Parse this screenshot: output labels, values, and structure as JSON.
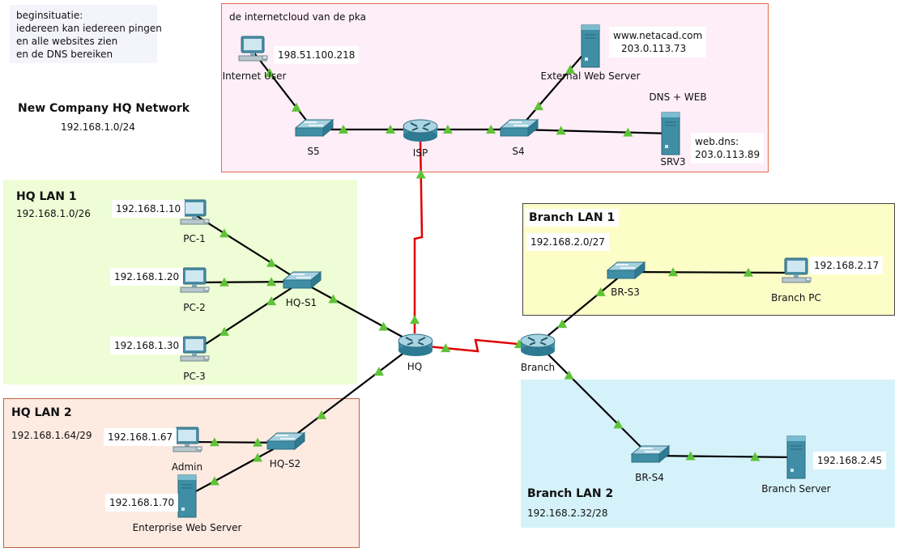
{
  "notes": {
    "begin_line1": "beginsituatie:",
    "begin_line2": "iedereen kan iedereen pingen",
    "begin_line3": "en alle websites zien",
    "begin_line4": "en de DNS bereiken",
    "company_title": "New Company HQ Network",
    "company_subnet": "192.168.1.0/24"
  },
  "areas": {
    "cloud": {
      "label": "de internetcloud van de pka",
      "color": "#fdeef7"
    },
    "hq_lan1": {
      "title": "HQ LAN 1",
      "subnet": "192.168.1.0/26",
      "color": "#eefdd6"
    },
    "hq_lan2": {
      "title": "HQ LAN 2",
      "subnet": "192.168.1.64/29",
      "color": "#fdebe2"
    },
    "branch_lan1": {
      "title": "Branch LAN 1",
      "subnet": "192.168.2.0/27",
      "color": "#fdfdc8"
    },
    "branch_lan2": {
      "title": "Branch LAN 2",
      "subnet": "192.168.2.32/28",
      "color": "#d5f2fb"
    }
  },
  "devices": {
    "internet_user": {
      "label": "Internet User",
      "ip": "198.51.100.218",
      "icon": "pc-icon"
    },
    "ext_web": {
      "label": "External Web Server",
      "ip_line1": "www.netacad.com",
      "ip_line2": "203.0.113.73",
      "icon": "server-icon"
    },
    "srv3": {
      "label": "SRV3",
      "tag": "DNS + WEB",
      "ip_line1": "web.dns:",
      "ip_line2": "203.0.113.89",
      "icon": "server-icon"
    },
    "s5": {
      "label": "S5",
      "icon": "switch-icon"
    },
    "isp": {
      "label": "ISP",
      "icon": "router-icon"
    },
    "s4": {
      "label": "S4",
      "icon": "switch-icon"
    },
    "pc1": {
      "label": "PC-1",
      "ip": "192.168.1.10",
      "icon": "pc-icon"
    },
    "pc2": {
      "label": "PC-2",
      "ip": "192.168.1.20",
      "icon": "pc-icon"
    },
    "pc3": {
      "label": "PC-3",
      "ip": "192.168.1.30",
      "icon": "pc-icon"
    },
    "hq_s1": {
      "label": "HQ-S1",
      "icon": "switch-icon"
    },
    "hq": {
      "label": "HQ",
      "icon": "router-icon"
    },
    "admin": {
      "label": "Admin",
      "ip": "192.168.1.67",
      "icon": "pc-icon"
    },
    "ent_web": {
      "label": "Enterprise Web Server",
      "ip": "192.168.1.70",
      "icon": "server-icon"
    },
    "hq_s2": {
      "label": "HQ-S2",
      "icon": "switch-icon"
    },
    "br_s3": {
      "label": "BR-S3",
      "icon": "switch-icon"
    },
    "branch_pc": {
      "label": "Branch PC",
      "ip": "192.168.2.17",
      "icon": "pc-icon"
    },
    "branch": {
      "label": "Branch",
      "icon": "router-icon"
    },
    "br_s4": {
      "label": "BR-S4",
      "icon": "switch-icon"
    },
    "branch_server": {
      "label": "Branch Server",
      "ip": "192.168.2.45",
      "icon": "server-icon"
    }
  },
  "links": [
    {
      "from": "internet_user",
      "to": "s5",
      "type": "ethernet"
    },
    {
      "from": "s5",
      "to": "isp",
      "type": "ethernet"
    },
    {
      "from": "isp",
      "to": "s4",
      "type": "ethernet"
    },
    {
      "from": "s4",
      "to": "ext_web",
      "type": "ethernet"
    },
    {
      "from": "s4",
      "to": "srv3",
      "type": "ethernet"
    },
    {
      "from": "isp",
      "to": "hq",
      "type": "serial"
    },
    {
      "from": "hq",
      "to": "branch",
      "type": "serial"
    },
    {
      "from": "pc1",
      "to": "hq_s1",
      "type": "ethernet"
    },
    {
      "from": "pc2",
      "to": "hq_s1",
      "type": "ethernet"
    },
    {
      "from": "pc3",
      "to": "hq_s1",
      "type": "ethernet"
    },
    {
      "from": "hq_s1",
      "to": "hq",
      "type": "ethernet"
    },
    {
      "from": "hq",
      "to": "hq_s2",
      "type": "ethernet"
    },
    {
      "from": "admin",
      "to": "hq_s2",
      "type": "ethernet"
    },
    {
      "from": "ent_web",
      "to": "hq_s2",
      "type": "ethernet"
    },
    {
      "from": "branch",
      "to": "br_s3",
      "type": "ethernet"
    },
    {
      "from": "br_s3",
      "to": "branch_pc",
      "type": "ethernet"
    },
    {
      "from": "branch",
      "to": "br_s4",
      "type": "ethernet"
    },
    {
      "from": "br_s4",
      "to": "branch_server",
      "type": "ethernet"
    }
  ],
  "colors": {
    "ethernet": "#000000",
    "serial": "#e00000",
    "link_up": "#5ec337"
  }
}
